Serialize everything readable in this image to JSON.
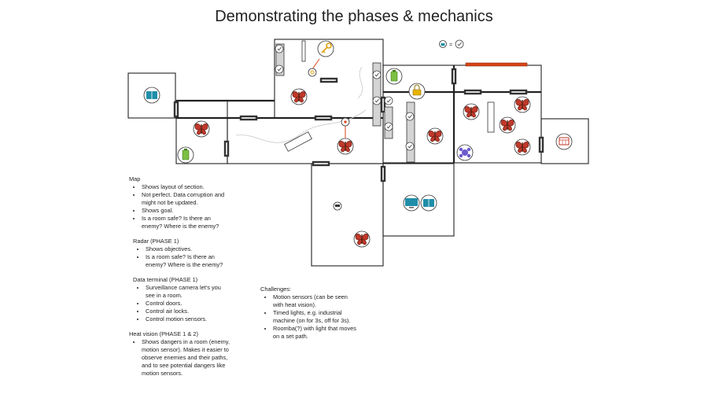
{
  "title": "Demonstrating the phases & mechanics",
  "legend": {
    "equals": "="
  },
  "notes": {
    "map": {
      "heading": "Map",
      "items": [
        "Shows layout of section.",
        "Not perfect. Data corruption and might not be updated.",
        "Shows goal.",
        "Is a room safe? Is there an enemy? Where is the enemy?"
      ]
    },
    "radar": {
      "heading": "Radar (PHASE 1)",
      "items": [
        "Shows objectives.",
        "Is a room safe? Is there an enemy? Where is the enemy?"
      ]
    },
    "terminal": {
      "heading": "Data terminal (PHASE 1)",
      "items": [
        "Surveillance camera let's you see in a room.",
        "Control doors.",
        "Control air locks.",
        "Control motion sensors."
      ]
    },
    "heat": {
      "heading": "Heat vision (PHASE 1 & 2)",
      "items": [
        "Shows dangers in a room (enemy, motion sensor). Makes it easier to observe enemies and their paths, and to see potential dangers like motion sensors."
      ]
    },
    "challenges": {
      "heading": "Challenges:",
      "items": [
        "Motion sensors (can be seen with heat vision).",
        "Timed lights, e.g. industrial machine (on for 3s, off for 3s).",
        "Roomba(?) with light that moves on a set path."
      ]
    }
  },
  "colors": {
    "wall": "#222222",
    "door": "#333333",
    "enemy": "#c0392b",
    "enemy_body": "#8b3a2a",
    "battery": "#7cc043",
    "terminal": "#1f8ea8",
    "key": "#e0a010",
    "lock": "#e6b400",
    "laser": "#d84315",
    "robot": "#6a5acd"
  },
  "icons": {
    "enemy": "butterfly-enemy-icon",
    "battery": "battery-icon",
    "terminal": "data-terminal-icon",
    "key": "key-icon",
    "lock": "padlock-icon",
    "sensor": "motion-sensor-icon",
    "robot": "roomba-icon",
    "camera": "surveillance-camera-icon",
    "computer": "computer-icon",
    "door_panel": "door-panel-icon"
  }
}
